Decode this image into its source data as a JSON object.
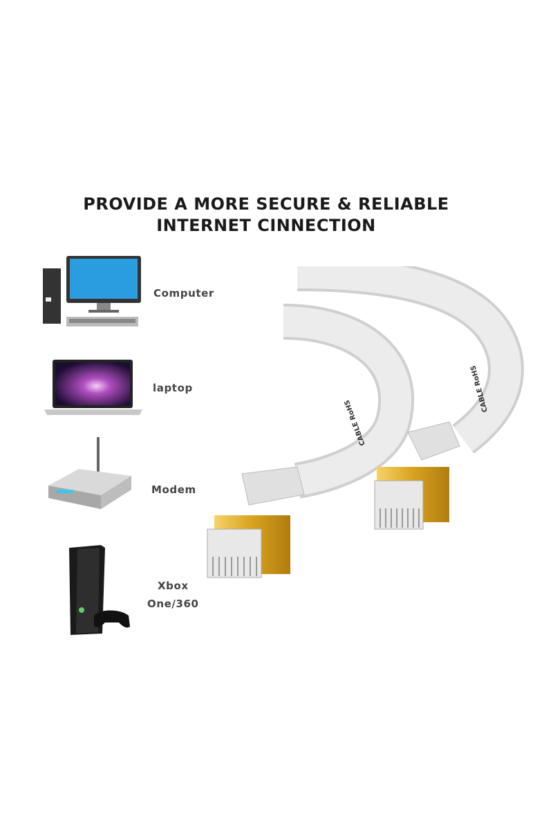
{
  "headline": {
    "line1": "PROVIDE A MORE SECURE & RELIABLE",
    "line2": "INTERNET CINNECTION"
  },
  "devices": [
    {
      "label": "Computer",
      "icon": "desktop-computer-icon"
    },
    {
      "label": "laptop",
      "icon": "laptop-icon"
    },
    {
      "label": "Modem",
      "icon": "modem-router-icon"
    },
    {
      "label": "Xbox One/360",
      "line1": "Xbox",
      "line2": "One/360",
      "icon": "game-console-icon"
    }
  ],
  "cable": {
    "print_text": "CABLE RoHS"
  },
  "colors": {
    "cable": "#e6e6e6",
    "plug_gold": "#d9a21e",
    "text": "#1a1a1a"
  }
}
